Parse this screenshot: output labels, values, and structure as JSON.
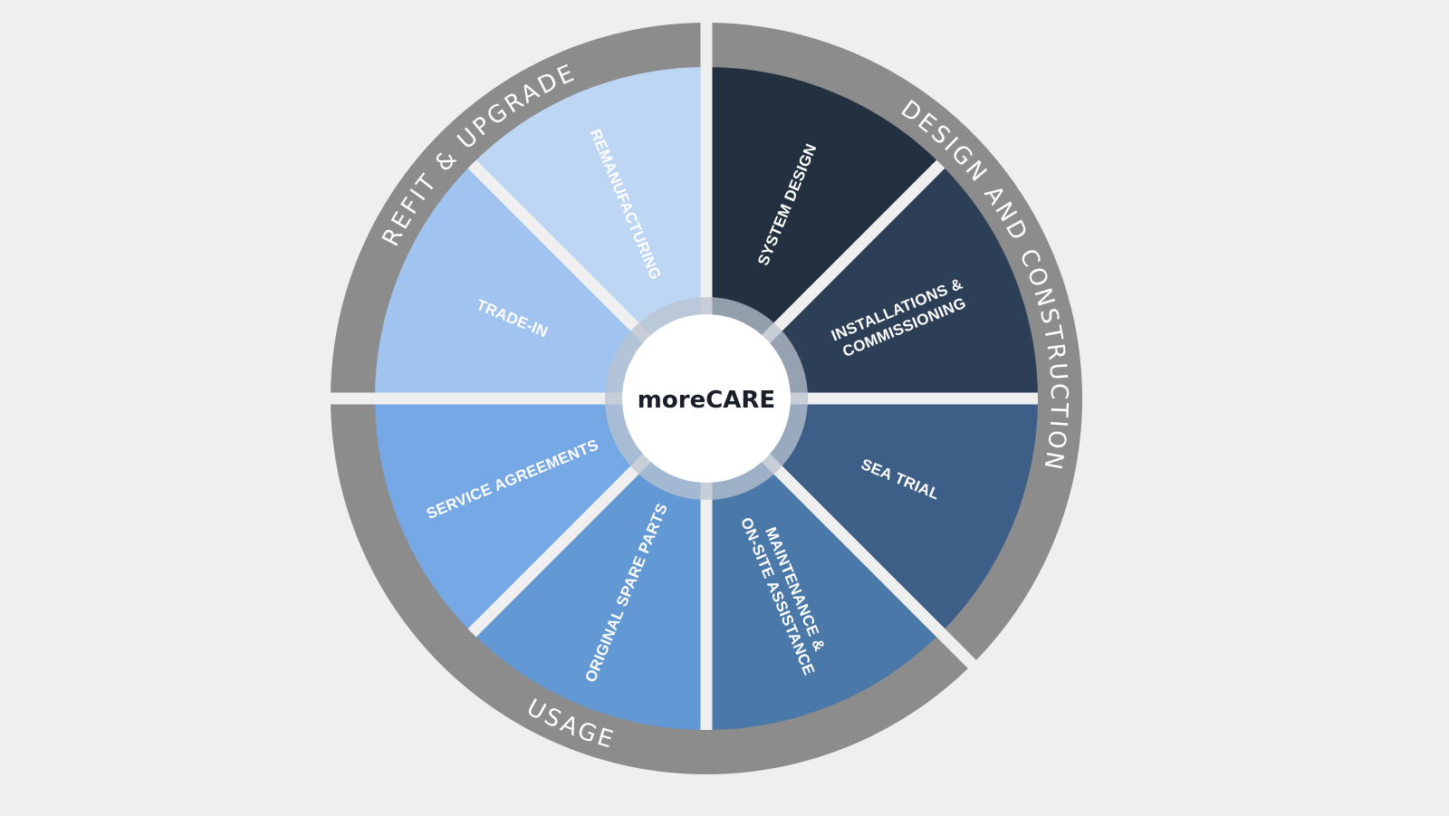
{
  "center": {
    "label": "moreCARE"
  },
  "phases": [
    {
      "id": "design",
      "label": "DESIGN AND CONSTRUCTION"
    },
    {
      "id": "usage",
      "label": "USAGE"
    },
    {
      "id": "refit",
      "label": "REFIT & UPGRADE"
    }
  ],
  "segments": [
    {
      "id": "system-design",
      "lines": [
        "SYSTEM DESIGN"
      ],
      "color": "#22303f"
    },
    {
      "id": "installations",
      "lines": [
        "INSTALLATIONS &",
        "COMMISSIONING"
      ],
      "color": "#2c3f57"
    },
    {
      "id": "sea-trial",
      "lines": [
        "SEA TRIAL"
      ],
      "color": "#3d5f87"
    },
    {
      "id": "maintenance",
      "lines": [
        "MAINTENANCE &",
        "ON-SITE ASSISTANCE"
      ],
      "color": "#4a78a8"
    },
    {
      "id": "spare-parts",
      "lines": [
        "ORIGINAL SPARE PARTS"
      ],
      "color": "#6298d3"
    },
    {
      "id": "service-agreements",
      "lines": [
        "SERVICE AGREEMENTS"
      ],
      "color": "#76a8e6"
    },
    {
      "id": "trade-in",
      "lines": [
        "TRADE-IN"
      ],
      "color": "#a0c4ef"
    },
    {
      "id": "remanufacturing",
      "lines": [
        "REMANUFACTURING"
      ],
      "color": "#bdd6f4"
    }
  ],
  "colors": {
    "background": "#efefef",
    "ring": "#8c8c8c",
    "divider": "#efefef",
    "hub_halo": "#b9c3d0",
    "hub": "#ffffff"
  }
}
